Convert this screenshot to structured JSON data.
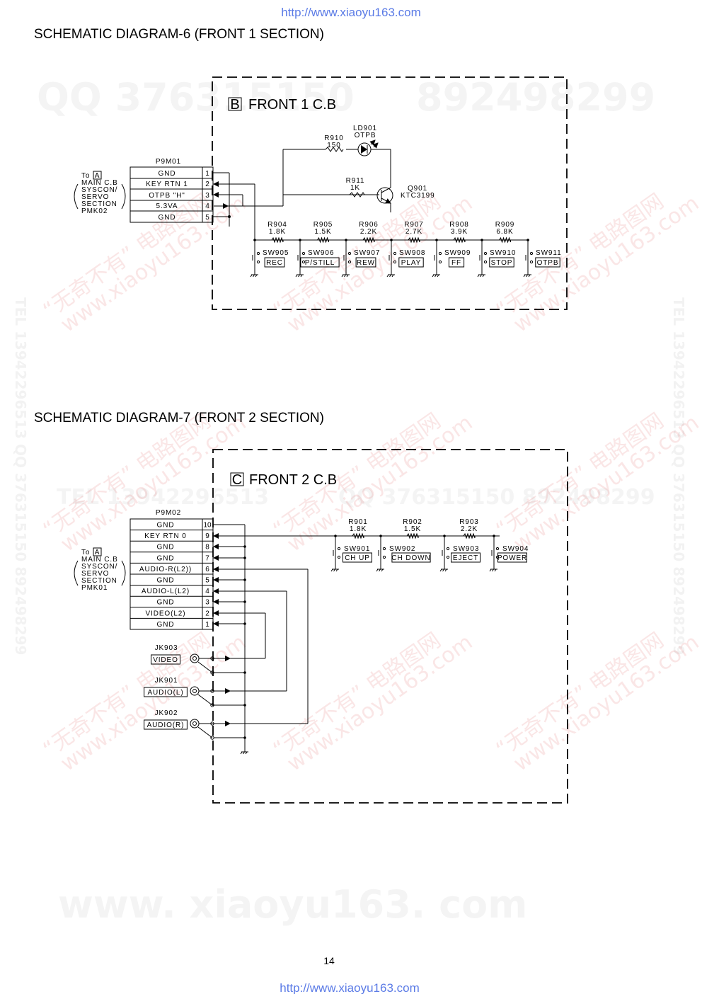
{
  "page": {
    "url_top": "http://www.xiaoyu163.com",
    "url_bottom": "http://www.xiaoyu163.com",
    "page_number": "14",
    "watermarks": [
      "QQ 376315150",
      "892498299",
      "TEL 13942296513",
      "QQ 376315150 892498299",
      "www. xiaoyu163. com",
      "“无奇不有” 电路图网",
      "www.xiaoyu163.com",
      "TEL 13942296513 QQ 376315150 892498299"
    ]
  },
  "diagram6": {
    "title": "SCHEMATIC DIAGRAM-6 (FRONT 1 SECTION)",
    "board_letter": "B",
    "board_name": "FRONT 1 C.B",
    "connector_name": "P9M01",
    "to_lines": [
      "To",
      "MAIN C.B",
      "SYSCON/",
      "SERVO",
      "SECTION",
      "PMK02"
    ],
    "to_box": "A",
    "pins": [
      {
        "label": "GND",
        "num": "1"
      },
      {
        "label": "KEY RTN 1",
        "num": "2"
      },
      {
        "label": "OTPB \"H\"",
        "num": "3"
      },
      {
        "label": "5.3VA",
        "num": "4"
      },
      {
        "label": "GND",
        "num": "5"
      }
    ],
    "r910": {
      "ref": "R910",
      "value": "150"
    },
    "ld901": {
      "ref": "LD901",
      "value": "OTPB"
    },
    "r911": {
      "ref": "R911",
      "value": "1K"
    },
    "q901": {
      "ref": "Q901",
      "value": "KTC3199"
    },
    "resistors": [
      {
        "ref": "R904",
        "value": "1.8K"
      },
      {
        "ref": "R905",
        "value": "1.5K"
      },
      {
        "ref": "R906",
        "value": "2.2K"
      },
      {
        "ref": "R907",
        "value": "2.7K"
      },
      {
        "ref": "R908",
        "value": "3.9K"
      },
      {
        "ref": "R909",
        "value": "6.8K"
      }
    ],
    "switches": [
      {
        "ref": "SW905",
        "label": "REC"
      },
      {
        "ref": "SW906",
        "label": "P/STILL"
      },
      {
        "ref": "SW907",
        "label": "REW"
      },
      {
        "ref": "SW908",
        "label": "PLAY"
      },
      {
        "ref": "SW909",
        "label": "FF"
      },
      {
        "ref": "SW910",
        "label": "STOP"
      },
      {
        "ref": "SW911",
        "label": "OTPB"
      }
    ]
  },
  "diagram7": {
    "title": "SCHEMATIC DIAGRAM-7 (FRONT 2 SECTION)",
    "board_letter": "C",
    "board_name": "FRONT 2 C.B",
    "connector_name": "P9M02",
    "to_lines": [
      "To",
      "MAIN C.B",
      "SYSCON/",
      "SERVO",
      "SECTION",
      "PMK01"
    ],
    "to_box": "A",
    "pins": [
      {
        "label": "GND",
        "num": "10"
      },
      {
        "label": "KEY RTN 0",
        "num": "9"
      },
      {
        "label": "GND",
        "num": "8"
      },
      {
        "label": "GND",
        "num": "7"
      },
      {
        "label": "AUDIO-R(L2))",
        "num": "6"
      },
      {
        "label": "GND",
        "num": "5"
      },
      {
        "label": "AUDIO-L(L2)",
        "num": "4"
      },
      {
        "label": "GND",
        "num": "3"
      },
      {
        "label": "VIDEO(L2)",
        "num": "2"
      },
      {
        "label": "GND",
        "num": "1"
      }
    ],
    "resistors": [
      {
        "ref": "R901",
        "value": "1.8K"
      },
      {
        "ref": "R902",
        "value": "1.5K"
      },
      {
        "ref": "R903",
        "value": "2.2K"
      }
    ],
    "switches": [
      {
        "ref": "SW901",
        "label": "CH UP"
      },
      {
        "ref": "SW902",
        "label": "CH DOWN"
      },
      {
        "ref": "SW903",
        "label": "EJECT"
      },
      {
        "ref": "SW904",
        "label": "POWER"
      }
    ],
    "jacks": [
      {
        "ref": "JK903",
        "label": "VIDEO"
      },
      {
        "ref": "JK901",
        "label": "AUDIO(L)"
      },
      {
        "ref": "JK902",
        "label": "AUDIO(R)"
      }
    ]
  }
}
